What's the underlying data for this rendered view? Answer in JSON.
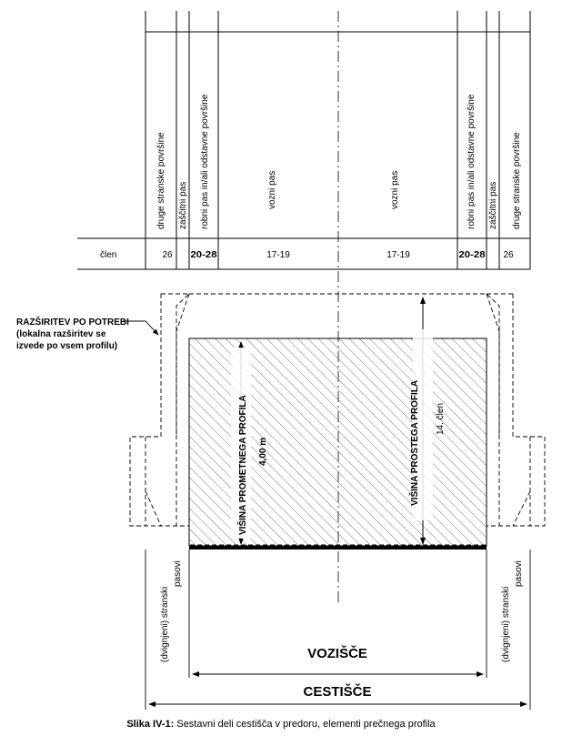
{
  "header": {
    "columns": [
      {
        "label": "druge stranske površine",
        "clen": "26"
      },
      {
        "label": "zaščitni pas",
        "clen": ""
      },
      {
        "label": "robni pas in/ali odstavne površine",
        "clen": "20-28"
      },
      {
        "label": "vozni pas",
        "clen": "17-19"
      },
      {
        "label": "vozni pas",
        "clen": "17-19"
      },
      {
        "label": "robni pas in/ali odstavne površine",
        "clen": "20-28"
      },
      {
        "label": "zaščitni pas",
        "clen": ""
      },
      {
        "label": "druge stranske površine",
        "clen": "26"
      }
    ],
    "row_label": "člen"
  },
  "annotations": {
    "widening_line1": "RAZŠIRITEV PO POTREBI",
    "widening_line2": "(lokalna razširitev se",
    "widening_line3": "izvede po vsem profilu)",
    "traffic_profile_height": "VIŠINA PROMETNEGA PROFILA",
    "traffic_profile_value": "4,00 m",
    "clear_profile_height": "VIŠINA PROSTEGA PROFILA",
    "clear_profile_ref": "14. člen",
    "side_left_line1": "(dvignjeni) stranski",
    "side_left_line2": "pasovi",
    "side_right_line1": "(dvignjeni) stranski",
    "side_right_line2": "pasovi",
    "carriageway": "VOZIŠČE",
    "roadway": "CESTIŠČE"
  },
  "caption": {
    "label": "Slika IV-1:",
    "text": " Sestavni deli cestišča v predoru, elementi prečnega profila"
  }
}
